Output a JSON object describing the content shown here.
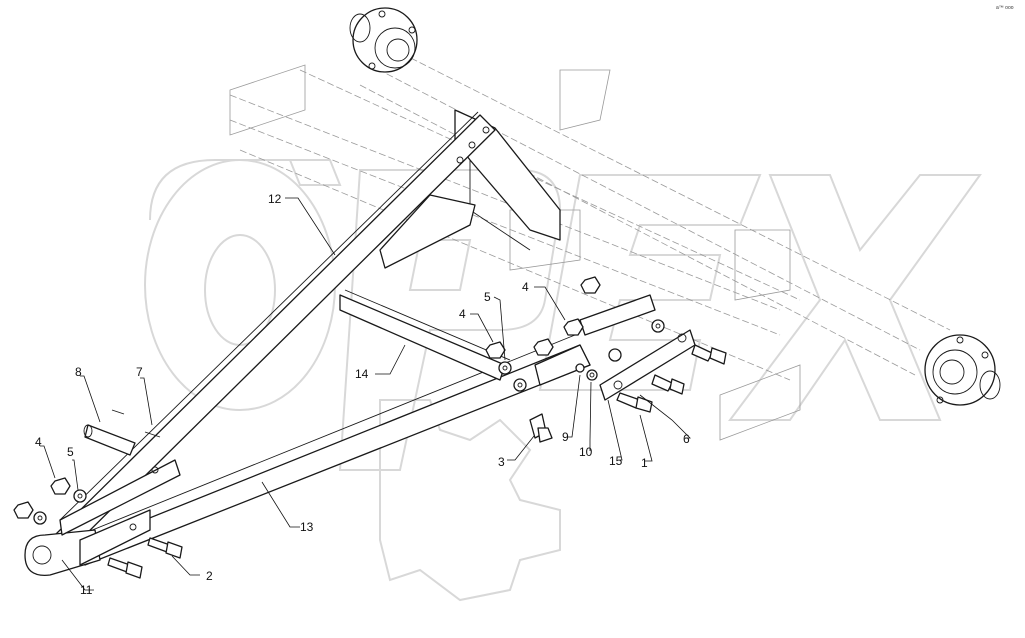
{
  "corner_mark": "a™ ooo",
  "watermark": "OPEX",
  "callouts": [
    {
      "id": "c1",
      "label": "1"
    },
    {
      "id": "c2",
      "label": "2"
    },
    {
      "id": "c3",
      "label": "3"
    },
    {
      "id": "c4a",
      "label": "4"
    },
    {
      "id": "c4b",
      "label": "4"
    },
    {
      "id": "c4c",
      "label": "4"
    },
    {
      "id": "c5a",
      "label": "5"
    },
    {
      "id": "c5b",
      "label": "5"
    },
    {
      "id": "c6",
      "label": "6"
    },
    {
      "id": "c7",
      "label": "7"
    },
    {
      "id": "c8",
      "label": "8"
    },
    {
      "id": "c9",
      "label": "9"
    },
    {
      "id": "c10",
      "label": "10"
    },
    {
      "id": "c11",
      "label": "11"
    },
    {
      "id": "c12",
      "label": "12"
    },
    {
      "id": "c13",
      "label": "13"
    },
    {
      "id": "c14",
      "label": "14"
    },
    {
      "id": "c15",
      "label": "15"
    }
  ]
}
